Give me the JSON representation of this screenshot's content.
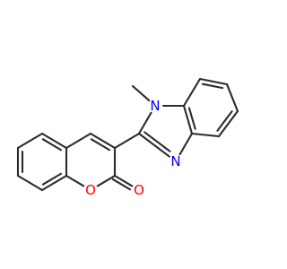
{
  "molecule": {
    "atoms": [
      {
        "name": "atom-n1",
        "element": "N",
        "label": "N",
        "color": "#0000ff"
      },
      {
        "name": "atom-n3",
        "element": "N",
        "label": "N",
        "color": "#0000ff"
      },
      {
        "name": "atom-o1",
        "element": "O",
        "label": "O",
        "color": "#ff0000"
      },
      {
        "name": "atom-o2",
        "element": "O",
        "label": "O",
        "color": "#ff0000"
      }
    ],
    "colors": {
      "bond": "#2b2b2b",
      "nitrogen": "#0000ff",
      "oxygen": "#ff0000",
      "background": "#ffffff"
    }
  }
}
